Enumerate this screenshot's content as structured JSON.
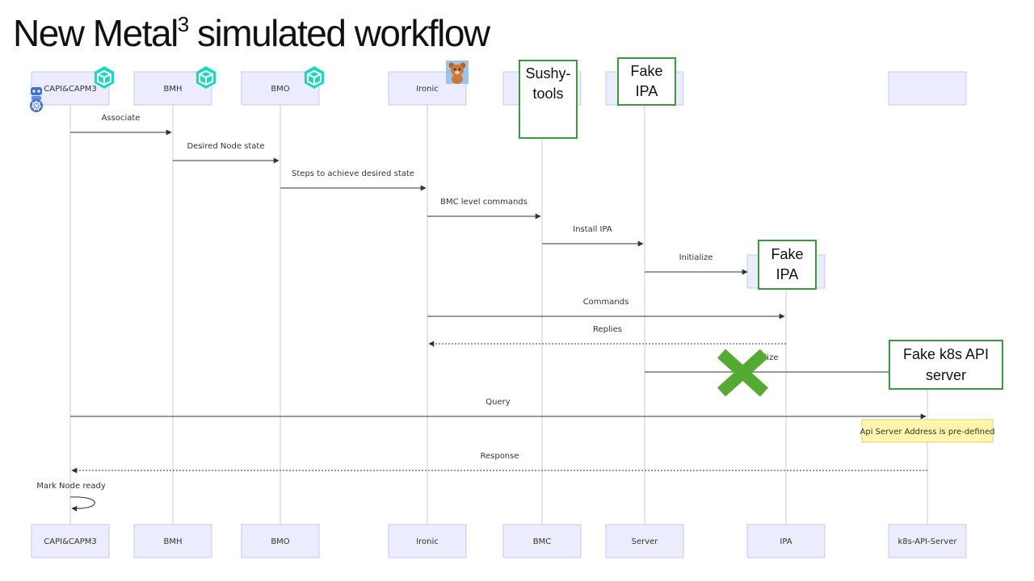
{
  "title": {
    "main": "New Metal",
    "superscript": "3",
    "rest": " simulated workflow"
  },
  "colors": {
    "actor_fill": "#ececff",
    "actor_stroke": "#c9c9f2",
    "lifeline": "#c9c9f2",
    "arrow": "#333333",
    "overlay_border": "#3c9a3c",
    "cross": "#55aa33",
    "note_fill": "#fff5ad",
    "note_stroke": "#dcd08a",
    "cube_icon": "#1fd6c1"
  },
  "actors": [
    {
      "id": "capi",
      "label": "CAPI&CAPM3",
      "icons": [
        "metal3-cube-icon",
        "robot-kubernetes-icon"
      ]
    },
    {
      "id": "bmh",
      "label": "BMH",
      "icons": [
        "metal3-cube-icon"
      ]
    },
    {
      "id": "bmo",
      "label": "BMO",
      "icons": [
        "metal3-cube-icon"
      ]
    },
    {
      "id": "ironic",
      "label": "Ironic",
      "icons": [
        "bear-icon"
      ]
    },
    {
      "id": "bmc",
      "label": "BMC",
      "top_hidden": true
    },
    {
      "id": "server",
      "label": "Server",
      "top_hidden": true
    },
    {
      "id": "ipa",
      "label": "IPA",
      "top_hidden": true
    },
    {
      "id": "k8s",
      "label": "k8s-API-Server",
      "top_hidden": true
    }
  ],
  "messages": [
    {
      "from": "capi",
      "to": "bmh",
      "label": "Associate",
      "style": "solid"
    },
    {
      "from": "bmh",
      "to": "bmo",
      "label": "Desired Node state",
      "style": "solid"
    },
    {
      "from": "bmo",
      "to": "ironic",
      "label": "Steps to achieve desired state",
      "style": "solid"
    },
    {
      "from": "ironic",
      "to": "bmc",
      "label": "BMC level commands",
      "style": "solid"
    },
    {
      "from": "bmc",
      "to": "server",
      "label": "Install IPA",
      "style": "solid"
    },
    {
      "from": "server",
      "to": "ipa",
      "label": "Initialize",
      "style": "solid"
    },
    {
      "from": "ironic",
      "to": "ipa",
      "label": "Commands",
      "style": "solid"
    },
    {
      "from": "ipa",
      "to": "ironic",
      "label": "Replies",
      "style": "dotted"
    },
    {
      "from": "server",
      "to": "k8s",
      "label": "lize",
      "style": "solid",
      "crossed": true
    },
    {
      "from": "capi",
      "to": "k8s",
      "label": "Query",
      "style": "solid"
    },
    {
      "from": "k8s",
      "to": "capi",
      "label": "Response",
      "style": "dotted"
    },
    {
      "from": "capi",
      "to": "capi",
      "label": "Mark Node ready",
      "style": "self"
    }
  ],
  "note": {
    "over": "k8s",
    "text": "Api Server Address is pre-defined"
  },
  "overlays": [
    {
      "id": "sushy",
      "lines": [
        "Sushy-",
        "tools"
      ]
    },
    {
      "id": "fake-ipa-1",
      "lines": [
        "Fake",
        "IPA"
      ]
    },
    {
      "id": "fake-ipa-2",
      "lines": [
        "Fake",
        "IPA"
      ]
    },
    {
      "id": "fake-k8s",
      "lines": [
        "Fake k8s API",
        "server"
      ]
    }
  ]
}
